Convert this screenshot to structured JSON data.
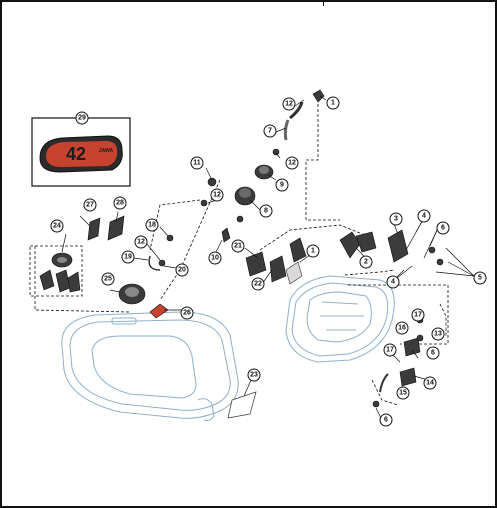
{
  "diagram": {
    "badge_text": "42",
    "badge_subtext": "JAWA",
    "callouts": [
      "1",
      "12",
      "7",
      "12",
      "9",
      "8",
      "11",
      "12",
      "18",
      "12",
      "10",
      "19",
      "20",
      "3",
      "4",
      "6",
      "2",
      "21",
      "22",
      "1",
      "24",
      "27",
      "28",
      "25",
      "26",
      "5",
      "4",
      "16",
      "17",
      "13",
      "6",
      "17",
      "14",
      "15",
      "6",
      "23",
      "29"
    ]
  }
}
